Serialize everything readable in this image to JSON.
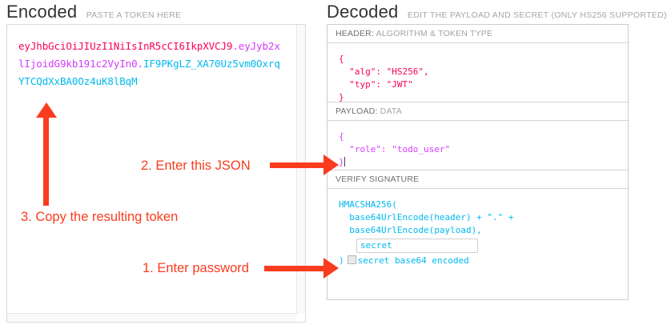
{
  "encoded": {
    "title": "Encoded",
    "subtitle": "PASTE A TOKEN HERE",
    "token": {
      "header_segment": "eyJhbGciOiJIUzI1NiIsInR5cCI6IkpXVCJ9",
      "dot1": ".",
      "payload_segment": "eyJyb2xlIjoidG9kb191c2VyIn0",
      "dot2": ".",
      "signature_segment": "IF9PKgLZ_XA70Uz5vm0OxrqYTCQdXxBA0Oz4uK8lBqM"
    }
  },
  "decoded": {
    "title": "Decoded",
    "subtitle": "EDIT THE PAYLOAD AND SECRET (ONLY HS256 SUPPORTED)",
    "sections": {
      "header": {
        "label_strong": "HEADER:",
        "label_rest": " ALGORITHM & TOKEN TYPE",
        "content": "{\n  \"alg\": \"HS256\",\n  \"typ\": \"JWT\"\n}"
      },
      "payload": {
        "label_strong": "PAYLOAD:",
        "label_rest": " DATA",
        "content": "{\n  \"role\": \"todo_user\"\n}"
      },
      "signature": {
        "label_strong": "VERIFY SIGNATURE",
        "label_rest": "",
        "line1": "HMACSHA256(",
        "line2": "  base64UrlEncode(header) + \".\" +",
        "line3": "  base64UrlEncode(payload),",
        "secret_value": "secret",
        "secret_placeholder": "secret",
        "closing_paren": ")",
        "base64_label": "secret base64 encoded",
        "base64_checked": false
      }
    }
  },
  "annotations": {
    "step1": "1. Enter password",
    "step2": "2. Enter this JSON",
    "step3": "3. Copy the resulting token"
  },
  "colors": {
    "header_segment": "#fb015b",
    "payload_segment": "#d63aff",
    "signature_segment": "#00b9f1",
    "annotation_red": "#fa3c1e",
    "panel_border": "#d9d9d9"
  }
}
